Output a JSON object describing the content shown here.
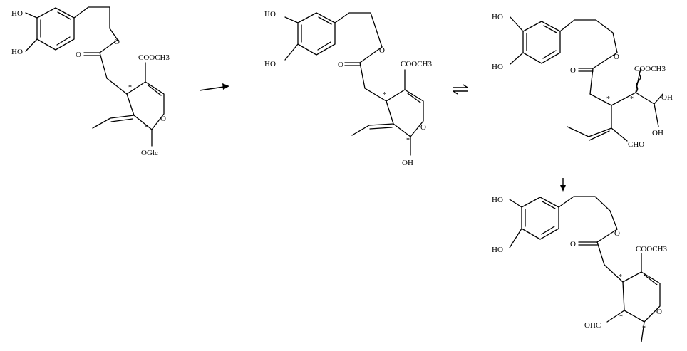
{
  "labels": {
    "ho": "HO",
    "oh": "OH",
    "o": "O",
    "ester": "COOCH3",
    "oglc": "OGlc",
    "cho": "CHO",
    "ohc": "OHC",
    "star": "*"
  },
  "colors": {
    "ink": "#000000",
    "background": "#ffffff"
  },
  "scheme": {
    "steps": [
      {
        "from": "structure-1",
        "to": "structure-2",
        "arrow": "forward"
      },
      {
        "from": "structure-2",
        "to": "structure-3",
        "arrow": "equilibrium"
      },
      {
        "from": "structure-3",
        "to": "structure-4",
        "arrow": "down"
      }
    ]
  }
}
